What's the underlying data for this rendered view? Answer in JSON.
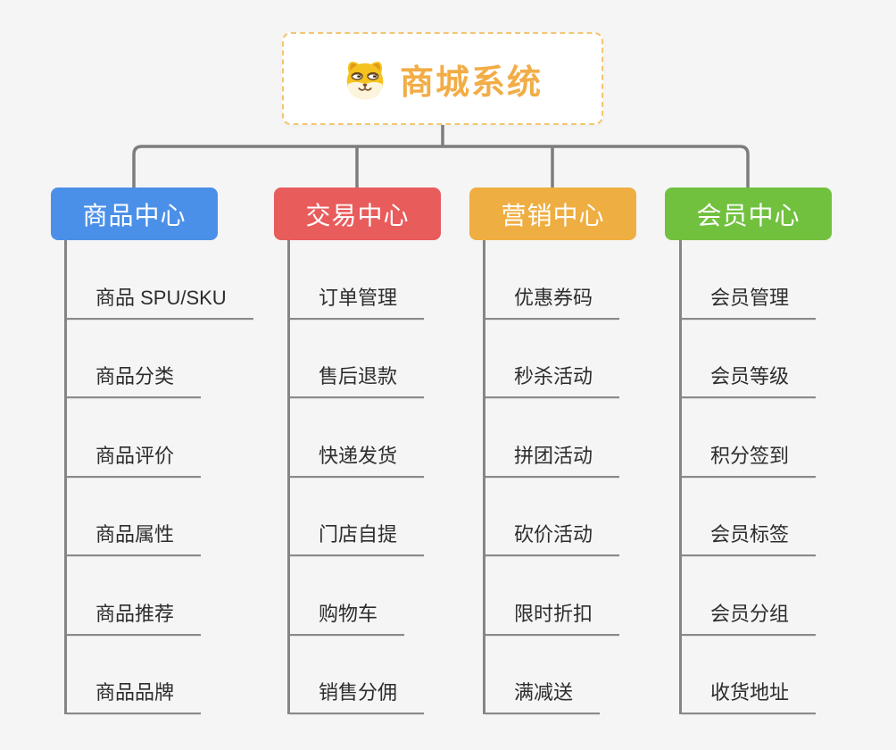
{
  "root": {
    "title": "商城系统",
    "icon": "doge-icon",
    "title_color": "#f2ad47",
    "border_color": "#f3c573"
  },
  "branches": [
    {
      "label": "商品中心",
      "color": "#4b90e8",
      "items": [
        "商品 SPU/SKU",
        "商品分类",
        "商品评价",
        "商品属性",
        "商品推荐",
        "商品品牌"
      ]
    },
    {
      "label": "交易中心",
      "color": "#e85c5c",
      "items": [
        "订单管理",
        "售后退款",
        "快递发货",
        "门店自提",
        "购物车",
        "销售分佣"
      ]
    },
    {
      "label": "营销中心",
      "color": "#efae41",
      "items": [
        "优惠券码",
        "秒杀活动",
        "拼团活动",
        "砍价活动",
        "限时折扣",
        "满减送"
      ]
    },
    {
      "label": "会员中心",
      "color": "#71c13f",
      "items": [
        "会员管理",
        "会员等级",
        "积分签到",
        "会员标签",
        "会员分组",
        "收货地址"
      ]
    }
  ],
  "connector_color": "#7d7d7d",
  "underline_color": "#8a8a8a",
  "background_color": "#f5f5f5"
}
